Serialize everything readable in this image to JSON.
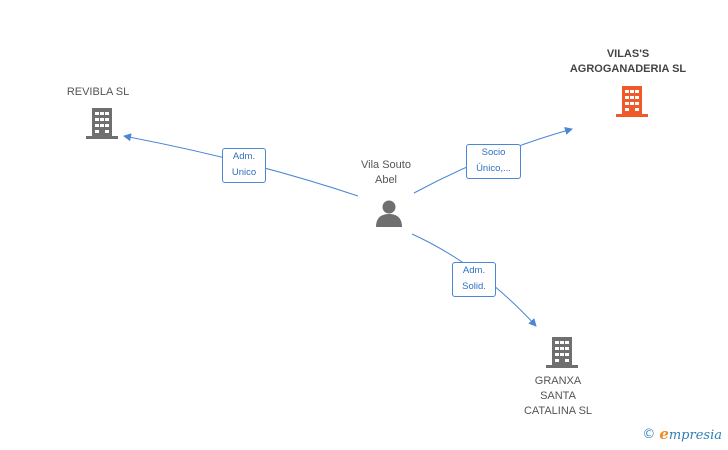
{
  "nodes": {
    "person": {
      "label": "Vila Souto\nAbel",
      "icon": "person-icon"
    },
    "revibla": {
      "label": "REVIBLA SL",
      "icon": "building-icon"
    },
    "vilass": {
      "label": "VILAS'S\nAGROGANADERIA SL",
      "icon": "building-icon",
      "highlight_color": "#f05a28"
    },
    "granxa": {
      "label": "GRANXA\nSANTA\nCATALINA SL",
      "icon": "building-icon"
    }
  },
  "edges": {
    "revibla": {
      "label": "Adm.\nUnico"
    },
    "vilass": {
      "label": "Socio\nÚnico,..."
    },
    "granxa": {
      "label": "Adm.\nSolid."
    }
  },
  "colors": {
    "edge": "#4a86d4",
    "icon_gray": "#6f6f6f",
    "accent": "#f05a28"
  },
  "brand": {
    "copyright": "©",
    "e": "e",
    "name": "mpresia"
  }
}
